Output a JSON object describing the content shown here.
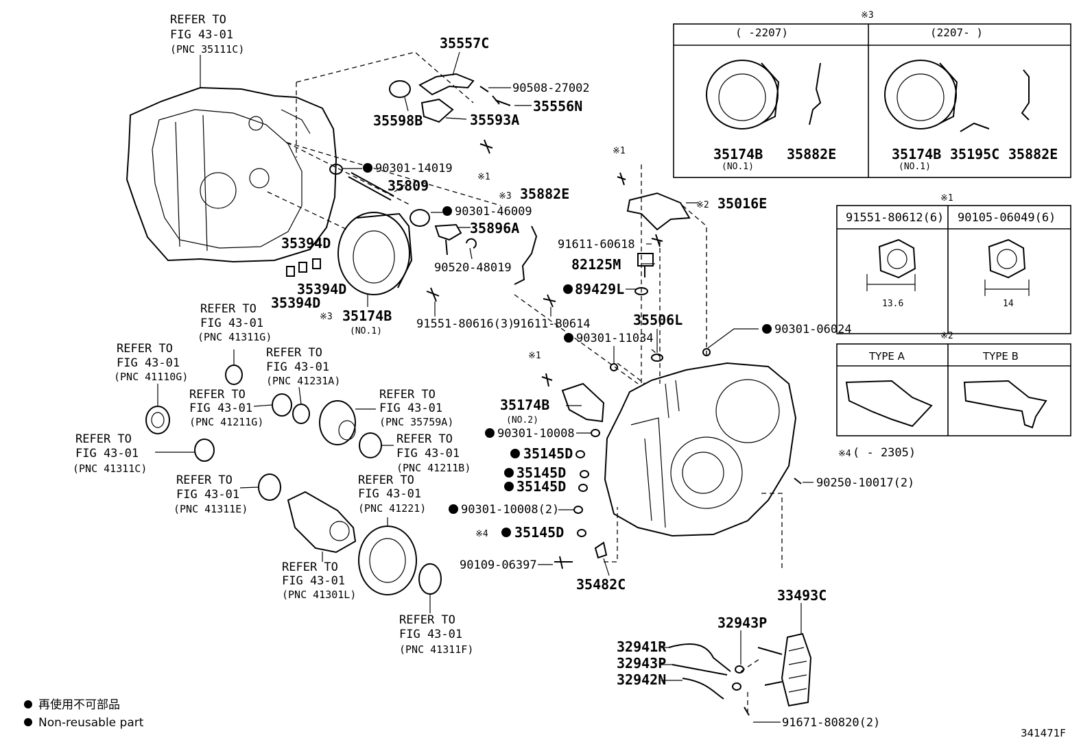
{
  "diagram_id": "341471F",
  "marks": {
    "note1": "※1",
    "note2": "※2",
    "note3": "※3",
    "note4": "※4"
  },
  "legend": {
    "jp": "再使用不可部品",
    "en": "Non-reusable part"
  },
  "refs": {
    "r35111c": {
      "l1": "REFER TO",
      "l2": "FIG 43-01",
      "pnc": "(PNC 35111C)"
    },
    "r41311g": {
      "l1": "REFER TO",
      "l2": "FIG 43-01",
      "pnc": "(PNC 41311G)"
    },
    "r41110g": {
      "l1": "REFER TO",
      "l2": "FIG 43-01",
      "pnc": "(PNC 41110G)"
    },
    "r41231a": {
      "l1": "REFER TO",
      "l2": "FIG 43-01",
      "pnc": "(PNC 41231A)"
    },
    "r41211g": {
      "l1": "REFER TO",
      "l2": "FIG 43-01",
      "pnc": "(PNC 41211G)"
    },
    "r35759a": {
      "l1": "REFER TO",
      "l2": "FIG 43-01",
      "pnc": "(PNC 35759A)"
    },
    "r41211b": {
      "l1": "REFER TO",
      "l2": "FIG 43-01",
      "pnc": "(PNC 41211B)"
    },
    "r41311c": {
      "l1": "REFER TO",
      "l2": "FIG 43-01",
      "pnc": "(PNC 41311C)"
    },
    "r41311e": {
      "l1": "REFER TO",
      "l2": "FIG 43-01",
      "pnc": "(PNC 41311E)"
    },
    "r41221": {
      "l1": "REFER TO",
      "l2": "FIG 43-01",
      "pnc": "(PNC 41221)"
    },
    "r41301l": {
      "l1": "REFER TO",
      "l2": "FIG 43-01",
      "pnc": "(PNC 41301L)"
    },
    "r41311f": {
      "l1": "REFER TO",
      "l2": "FIG 43-01",
      "pnc": "(PNC 41311F)"
    }
  },
  "parts": {
    "p35557c": "35557C",
    "p90508": "90508-27002",
    "p35556n": "35556N",
    "p35598b": "35598B",
    "p35593a": "35593A",
    "p90301_14019": "90301-14019",
    "p35809": "35809",
    "p35882e": "35882E",
    "p90301_46009": "90301-46009",
    "p35896a": "35896A",
    "p90520": "90520-48019",
    "p35394d_a": "35394D",
    "p35394d_b": "35394D",
    "p35394d_c": "35394D",
    "p35174b_no1": "35174B",
    "no1": "(NO.1)",
    "p91551_80616": "91551-80616(3)",
    "p91611_b0614": "91611-B0614",
    "p35016e": "35016E",
    "p91611_60618": "91611-60618",
    "p82125m": "82125M",
    "p89429l": "89429L",
    "p35506l": "35506L",
    "p90301_11034": "90301-11034",
    "p90301_06024": "90301-06024",
    "p35174b_no2": "35174B",
    "no2": "(NO.2)",
    "p90301_10008": "90301-10008",
    "p35145d_a": "35145D",
    "p35145d_b": "35145D",
    "p35145d_c": "35145D",
    "p90301_10008_2": "90301-10008(2)",
    "p35145d_d": "35145D",
    "p90250": "90250-10017(2)",
    "p90109": "90109-06397",
    "p35482c": "35482C",
    "p33493c": "33493C",
    "p32943p_a": "32943P",
    "p32941r": "32941R",
    "p32943p_b": "32943P",
    "p32942n": "32942N",
    "p91671": "91671-80820(2)"
  },
  "box3": {
    "col1": "(      -2207)",
    "col2": "(2207-      )",
    "c1_a": "35174B",
    "c1_a_sub": "(NO.1)",
    "c1_b": "35882E",
    "c2_a": "35174B",
    "c2_a_sub": "(NO.1)",
    "c2_b": "35195C",
    "c2_c": "35882E"
  },
  "box1": {
    "col1": "91551-80612(6)",
    "col2": "90105-06049(6)",
    "dim1": "13.6",
    "dim2": "14"
  },
  "box2": {
    "col1": "TYPE A",
    "col2": "TYPE B"
  },
  "note4_text": "(          - 2305)"
}
